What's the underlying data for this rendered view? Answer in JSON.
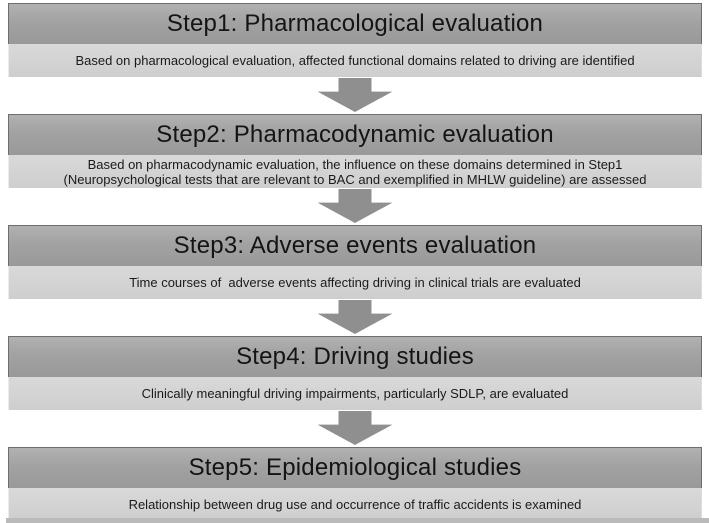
{
  "figure": {
    "type": "flowchart",
    "steps": [
      {
        "title": "Step1: Pharmacological evaluation",
        "description": "Based on pharmacological evaluation, affected functional domains related to driving are identified"
      },
      {
        "title": "Step2: Pharmacodynamic evaluation",
        "description": "Based on pharmacodynamic evaluation, the influence on these domains determined in Step1\n(Neuropsychological tests that are relevant to BAC and exemplified in MHLW guideline) are assessed"
      },
      {
        "title": "Step3: Adverse events evaluation",
        "description": "Time courses of  adverse events affecting driving in clinical trials are evaluated"
      },
      {
        "title": "Step4: Driving studies",
        "description": "Clinically meaningful driving impairments, particularly SDLP, are evaluated"
      },
      {
        "title": "Step5: Epidemiological studies",
        "description": "Relationship between drug use and occurrence of traffic accidents is examined"
      }
    ],
    "connector": {
      "icon": "down-block-arrow",
      "count": 4
    },
    "colors": {
      "header_bg_top": "#b1b1b1",
      "header_bg_bottom": "#999999",
      "header_border": "#6e6e6e",
      "description_bg": "#d3d3d3",
      "arrow_fill": "#8f8f8f",
      "bottom_strip": "#bababa",
      "text": "#1a1a1a",
      "background": "#ffffff"
    }
  }
}
